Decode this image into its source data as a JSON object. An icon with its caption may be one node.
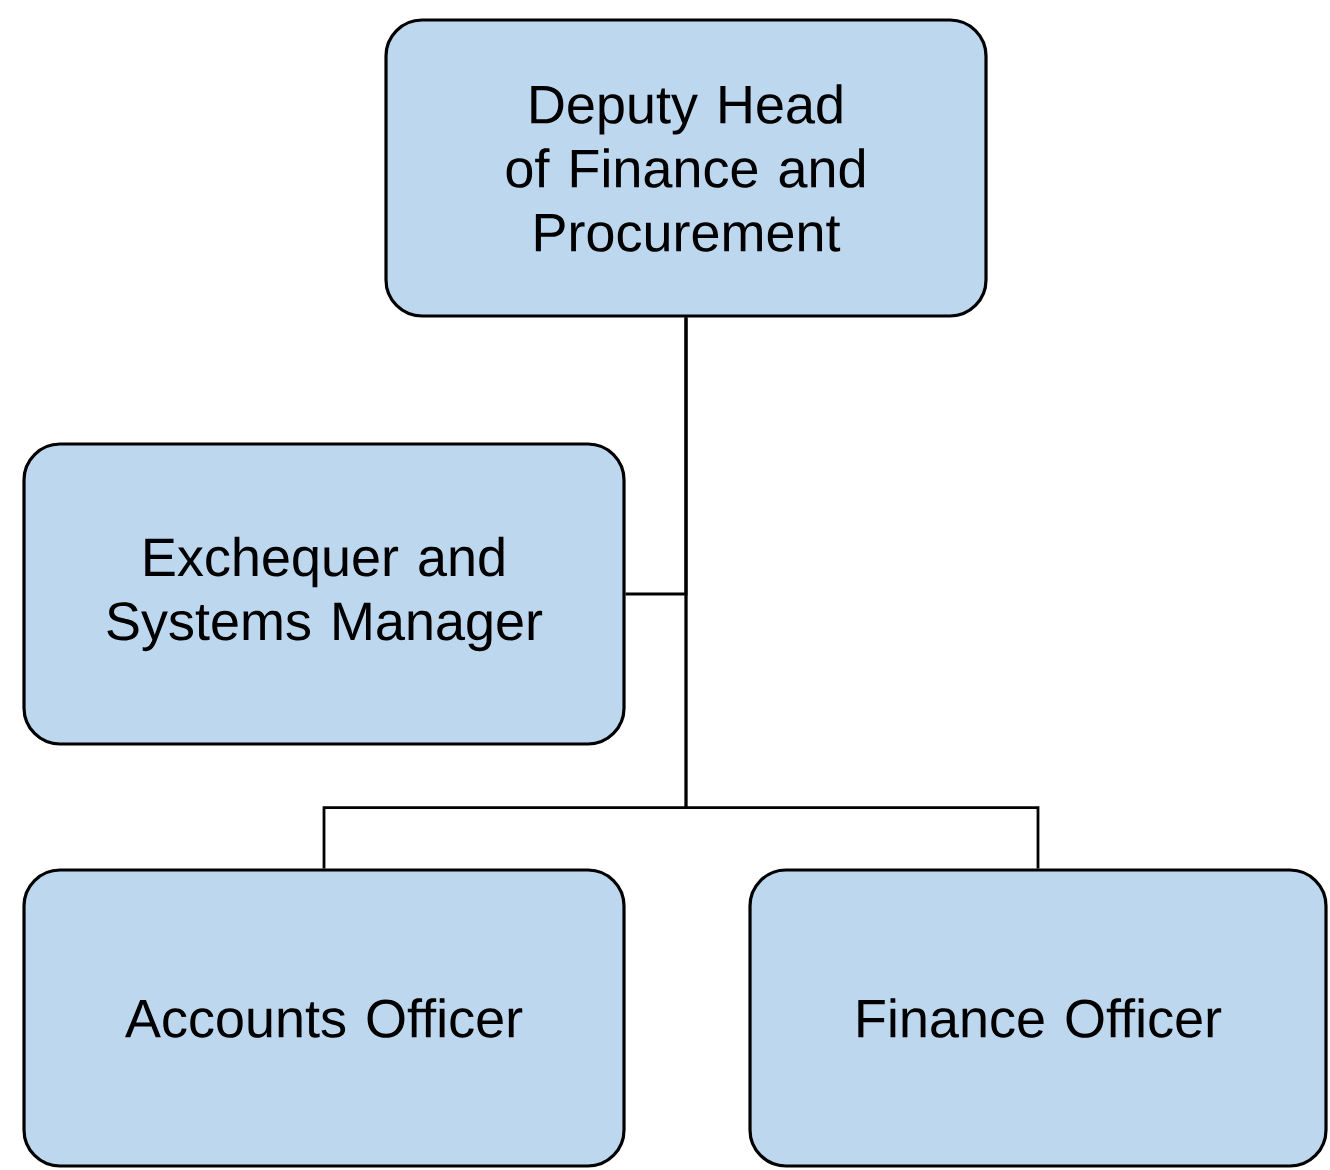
{
  "diagram": {
    "nodes": [
      {
        "text": [
          "Deputy Head of Finance and Procurement"
        ]
      },
      {
        "text": [
          "Exchequer and Systems Manager"
        ]
      },
      {
        "text": [
          "Accounts Officer"
        ]
      },
      {
        "text": [
          "Finance Officer"
        ]
      }
    ],
    "edges": [
      {
        "from": 0,
        "to": 1,
        "arrow": "none"
      },
      {
        "from": 0,
        "to": 2,
        "arrow": "none"
      },
      {
        "from": 0,
        "to": 3,
        "arrow": "none"
      }
    ]
  }
}
